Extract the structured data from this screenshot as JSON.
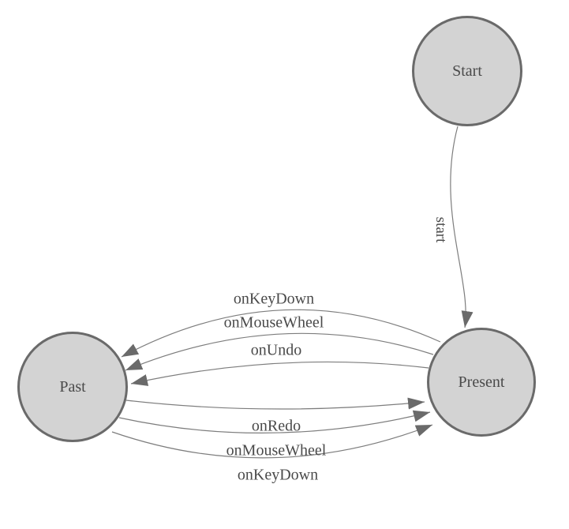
{
  "diagram": {
    "nodes": [
      {
        "id": "start",
        "label": "Start"
      },
      {
        "id": "present",
        "label": "Present"
      },
      {
        "id": "past",
        "label": "Past"
      }
    ],
    "edges": [
      {
        "from": "start",
        "to": "present",
        "label": "start"
      },
      {
        "from": "present",
        "to": "past",
        "label": "onKeyDown"
      },
      {
        "from": "present",
        "to": "past",
        "label": "onMouseWheel"
      },
      {
        "from": "present",
        "to": "past",
        "label": "onUndo"
      },
      {
        "from": "past",
        "to": "present",
        "label": "onRedo"
      },
      {
        "from": "past",
        "to": "present",
        "label": "onMouseWheel"
      },
      {
        "from": "past",
        "to": "present",
        "label": "onKeyDown"
      }
    ],
    "colors": {
      "node_fill": "#d3d3d3",
      "node_border": "#6a6a6a",
      "edge_stroke": "#7d7d7d",
      "arrow_fill": "#6a6a6a",
      "label_text": "#4a4a4a"
    }
  }
}
